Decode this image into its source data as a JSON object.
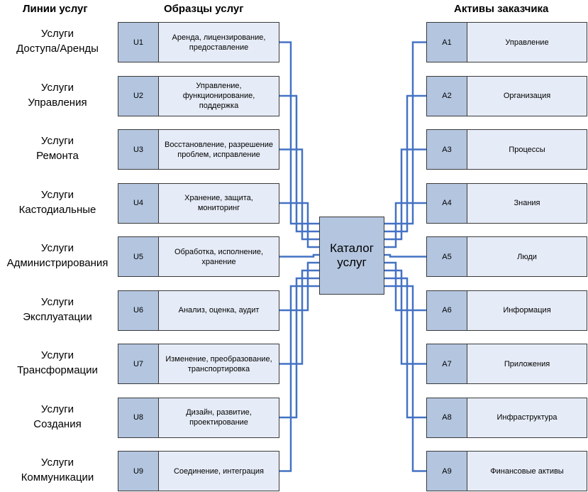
{
  "headers": {
    "lines": "Линии услуг",
    "samples": "Образцы услуг",
    "assets": "Активы заказчика"
  },
  "catalog": "Каталог\nуслуг",
  "colors": {
    "connector": "#4472c4",
    "code_fill": "#b3c5df",
    "desc_fill": "#e6ecf7"
  },
  "services": [
    {
      "line": "Услуги\nДоступа/Аренды",
      "code": "U1",
      "desc": "Аренда, лицензирование, предоставление"
    },
    {
      "line": "Услуги\nУправления",
      "code": "U2",
      "desc": "Управление, функционирование, поддержка"
    },
    {
      "line": "Услуги\nРемонта",
      "code": "U3",
      "desc": "Восстановление, разрешение проблем, исправление"
    },
    {
      "line": "Услуги\nКастодиальные",
      "code": "U4",
      "desc": "Хранение, защита, мониторинг"
    },
    {
      "line": "Услуги\nАдминистрирования",
      "code": "U5",
      "desc": "Обработка, исполнение, хранение"
    },
    {
      "line": "Услуги\nЭксплуатации",
      "code": "U6",
      "desc": "Анализ, оценка, аудит"
    },
    {
      "line": "Услуги\nТрансформации",
      "code": "U7",
      "desc": "Изменение, преобразование, транспортировка"
    },
    {
      "line": "Услуги\nСоздания",
      "code": "U8",
      "desc": "Дизайн, развитие, проектирование"
    },
    {
      "line": "Услуги\nКоммуникации",
      "code": "U9",
      "desc": "Соединение, интеграция"
    }
  ],
  "assets": [
    {
      "code": "A1",
      "name": "Управление"
    },
    {
      "code": "A2",
      "name": "Организация"
    },
    {
      "code": "A3",
      "name": "Процессы"
    },
    {
      "code": "A4",
      "name": "Знания"
    },
    {
      "code": "A5",
      "name": "Люди"
    },
    {
      "code": "A6",
      "name": "Информация"
    },
    {
      "code": "A7",
      "name": "Приложения"
    },
    {
      "code": "A8",
      "name": "Инфраструктура"
    },
    {
      "code": "A9",
      "name": "Финансовые активы"
    }
  ]
}
